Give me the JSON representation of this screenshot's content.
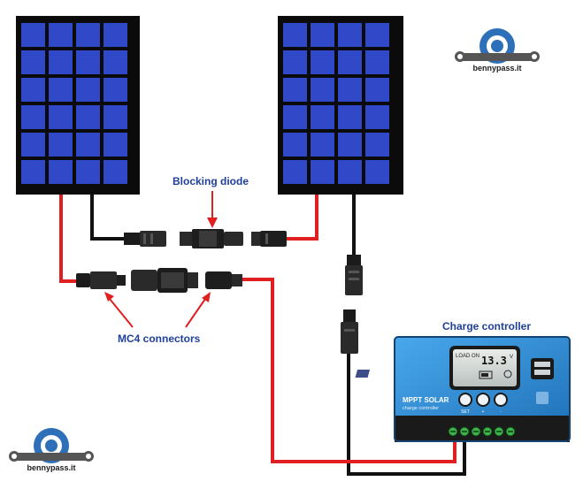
{
  "labels": {
    "blocking_diode": "Blocking diode",
    "mc4_connectors": "MC4 connectors",
    "charge_controller": "Charge controller"
  },
  "logo": {
    "text": "bennypass.it",
    "icon": "gear-wrench-icon"
  },
  "controller": {
    "display_mode": "LOAD ON",
    "display_value": "13.3",
    "display_unit": "V",
    "brand_line1": "MPPT SOLAR",
    "brand_line2": "charge controller",
    "buttons": [
      "SET",
      "+",
      "-"
    ],
    "terminal_count": 6
  },
  "panels": {
    "count": 2,
    "cell_rows": 6,
    "cell_cols": 4
  },
  "colors": {
    "panel_frame": "#0b0b0b",
    "panel_cell": "#2f49c9",
    "positive_wire": "#e02020",
    "negative_wire": "#111111",
    "controller_body": "#2f8fd6",
    "label_text": "#1f3f9a",
    "logo_gear": "#2d6fb8"
  }
}
